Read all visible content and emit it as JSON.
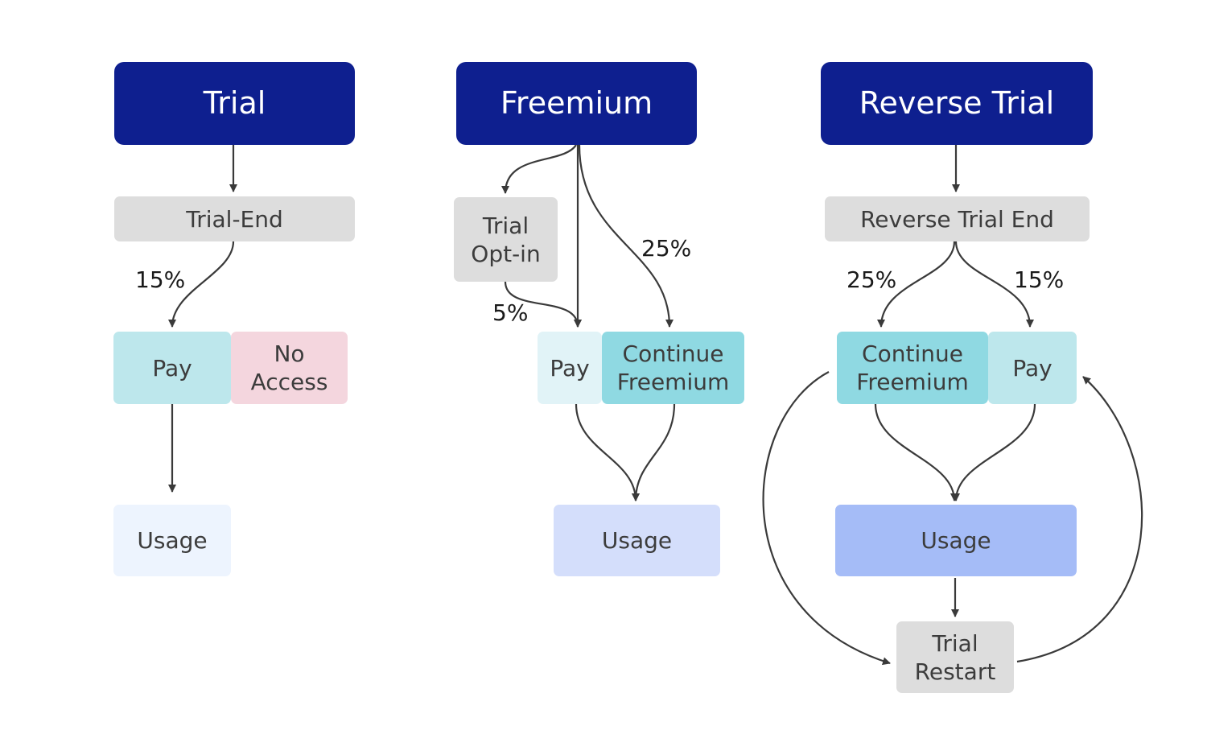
{
  "trial": {
    "header": "Trial",
    "trial_end": "Trial-End",
    "pct_pay": "15%",
    "pay": "Pay",
    "no_access": "No\nAccess",
    "usage": "Usage"
  },
  "freemium": {
    "header": "Freemium",
    "trial_optin": "Trial\nOpt-in",
    "pct_optin_pay": "5%",
    "pct_continue": "25%",
    "pay": "Pay",
    "continue": "Continue\nFreemium",
    "usage": "Usage"
  },
  "reverse_trial": {
    "header": "Reverse Trial",
    "trial_end": "Reverse Trial End",
    "pct_continue": "25%",
    "pct_pay": "15%",
    "continue": "Continue\nFreemium",
    "pay": "Pay",
    "usage": "Usage",
    "restart": "Trial\nRestart"
  },
  "colors": {
    "header": "#0e1f8f",
    "neutral": "#dddddd",
    "pay": "#bde7ec",
    "continue": "#8fd9e2",
    "no_access": "#f4d6de",
    "arrow": "#3a3a3a"
  }
}
